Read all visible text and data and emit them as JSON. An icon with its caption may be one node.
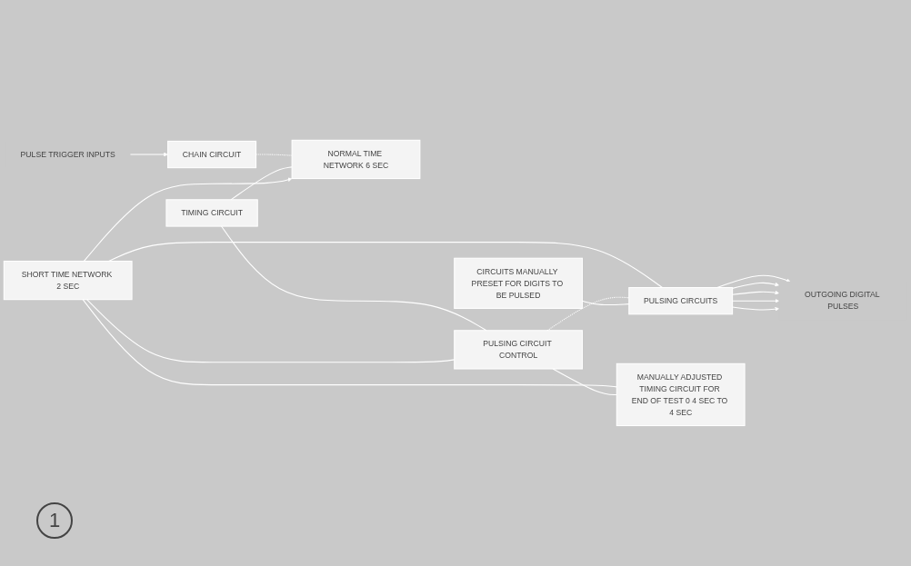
{
  "diagram": {
    "nodes": [
      {
        "text": [
          "PULSE TRIGGER INPUTS"
        ]
      },
      {
        "text": [
          "TIMING CIRCUIT"
        ]
      },
      {
        "text": [
          "CHAIN CIRCUIT"
        ]
      },
      {
        "text": [
          "NORMAL TIME NETWORK 6 SEC"
        ]
      },
      {
        "text": [
          "PULSING CIRCUIT CONTROL"
        ]
      },
      {
        "text": [
          "SHORT TIME NETWORK 2 SEC"
        ]
      },
      {
        "text": [
          "PULSING CIRCUITS"
        ]
      },
      {
        "text": [
          "CIRCUITS MANUALLY PRESET FOR DIGITS TO BE PULSED"
        ]
      },
      {
        "text": [
          "MANUALLY ADJUSTED TIMING CIRCUIT FOR END OF TEST 0 4 SEC TO 4 SEC"
        ]
      },
      {
        "text": [
          "OUTGOING DIGITAL PULSES"
        ]
      }
    ],
    "edges": [
      {
        "from": 0,
        "to": 2,
        "arrow": "to"
      },
      {
        "from": 2,
        "to": 3,
        "arrow": "none",
        "style": "dashed"
      },
      {
        "from": 1,
        "to": 3,
        "arrow": "none"
      },
      {
        "from": 5,
        "to": 3,
        "arrow": "to"
      },
      {
        "from": 1,
        "to": 4,
        "arrow": "none"
      },
      {
        "from": 5,
        "to": 4,
        "arrow": "none"
      },
      {
        "from": 5,
        "to": 8,
        "arrow": "none"
      },
      {
        "from": 5,
        "to": 6,
        "arrow": "none"
      },
      {
        "from": 4,
        "to": 6,
        "arrow": "none",
        "style": "dashed"
      },
      {
        "from": 4,
        "to": 8,
        "arrow": "none"
      },
      {
        "from": 7,
        "to": 6,
        "arrow": "none"
      },
      {
        "from": 6,
        "to": 9,
        "arrow": "to"
      },
      {
        "from": 6,
        "to": 9,
        "arrow": "to"
      },
      {
        "from": 6,
        "to": 9,
        "arrow": "to"
      },
      {
        "from": 6,
        "to": 9,
        "arrow": "to"
      },
      {
        "from": 6,
        "to": 9,
        "arrow": "to"
      }
    ],
    "labels": [
      "1"
    ]
  }
}
